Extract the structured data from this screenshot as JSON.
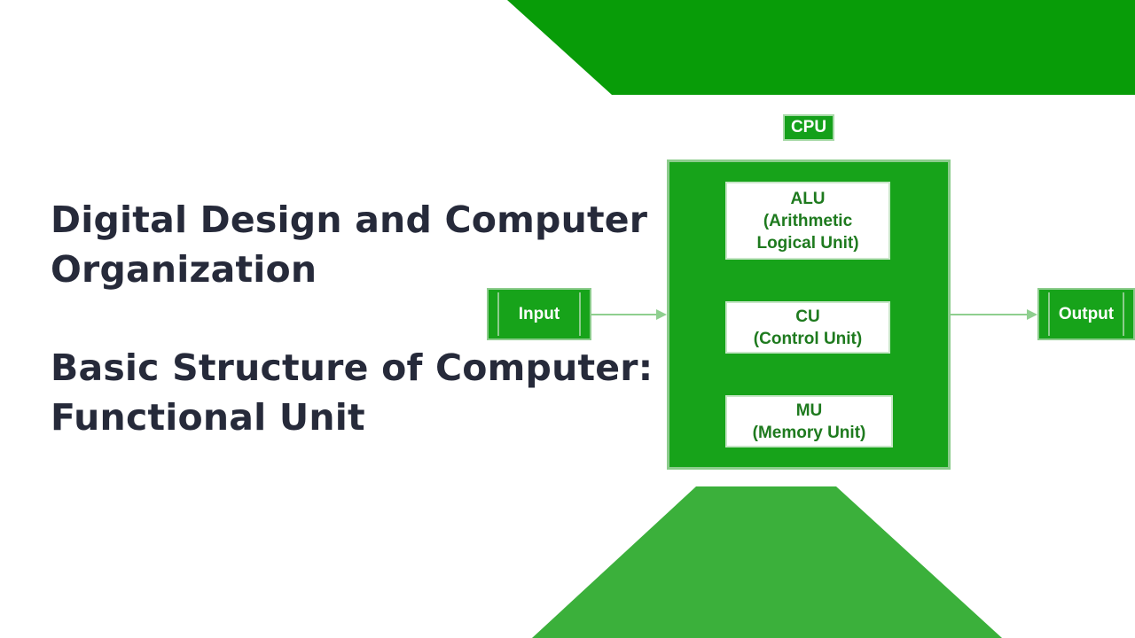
{
  "title": {
    "line1": "Digital Design and Computer",
    "line2": "Organization",
    "line3": "Basic Structure of Computer:",
    "line4": "Functional Unit"
  },
  "diagram": {
    "cpu_label": "CPU",
    "alu": {
      "line1": "ALU",
      "line2": "(Arithmetic",
      "line3": "Logical Unit)"
    },
    "cu": {
      "line1": "CU",
      "line2": "(Control Unit)"
    },
    "mu": {
      "line1": "MU",
      "line2": "(Memory Unit)"
    },
    "input_label": "Input",
    "output_label": "Output"
  },
  "colors": {
    "green_dark": "#089c08",
    "green_light": "#3bb03b",
    "text_dark": "#262a3a"
  }
}
